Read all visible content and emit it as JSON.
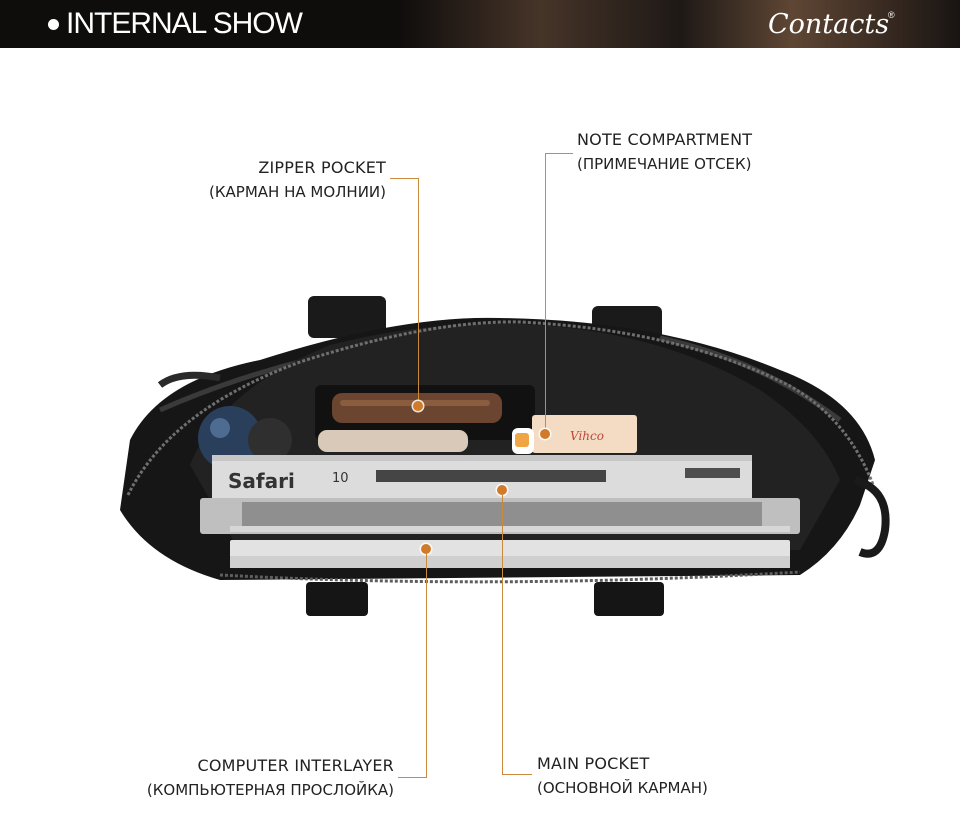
{
  "header": {
    "title": "INTERNAL SHOW",
    "brand": "Contacts",
    "registered": "®"
  },
  "callouts": {
    "zipper_pocket": {
      "en": "ZIPPER POCKET",
      "ru": "(КАРМАН НА МОЛНИИ)"
    },
    "note_compartment": {
      "en": "NOTE COMPARTMENT",
      "ru": "(ПРИМЕЧАНИЕ ОТСЕК)"
    },
    "computer_interlayer": {
      "en": "COMPUTER INTERLAYER",
      "ru": "(КОМПЬЮТЕРНАЯ ПРОСЛОЙКА)"
    },
    "main_pocket": {
      "en": "MAIN POCKET",
      "ru": "(ОСНОВНОЙ КАРМАН)"
    }
  },
  "photo": {
    "magazine_title": "Safari",
    "magazine_issue": "10",
    "card_text": "Vihco"
  },
  "colors": {
    "accent": "#d07a2a",
    "leader_line": "#c98a3f",
    "header_bg": "#0f0d0c"
  }
}
